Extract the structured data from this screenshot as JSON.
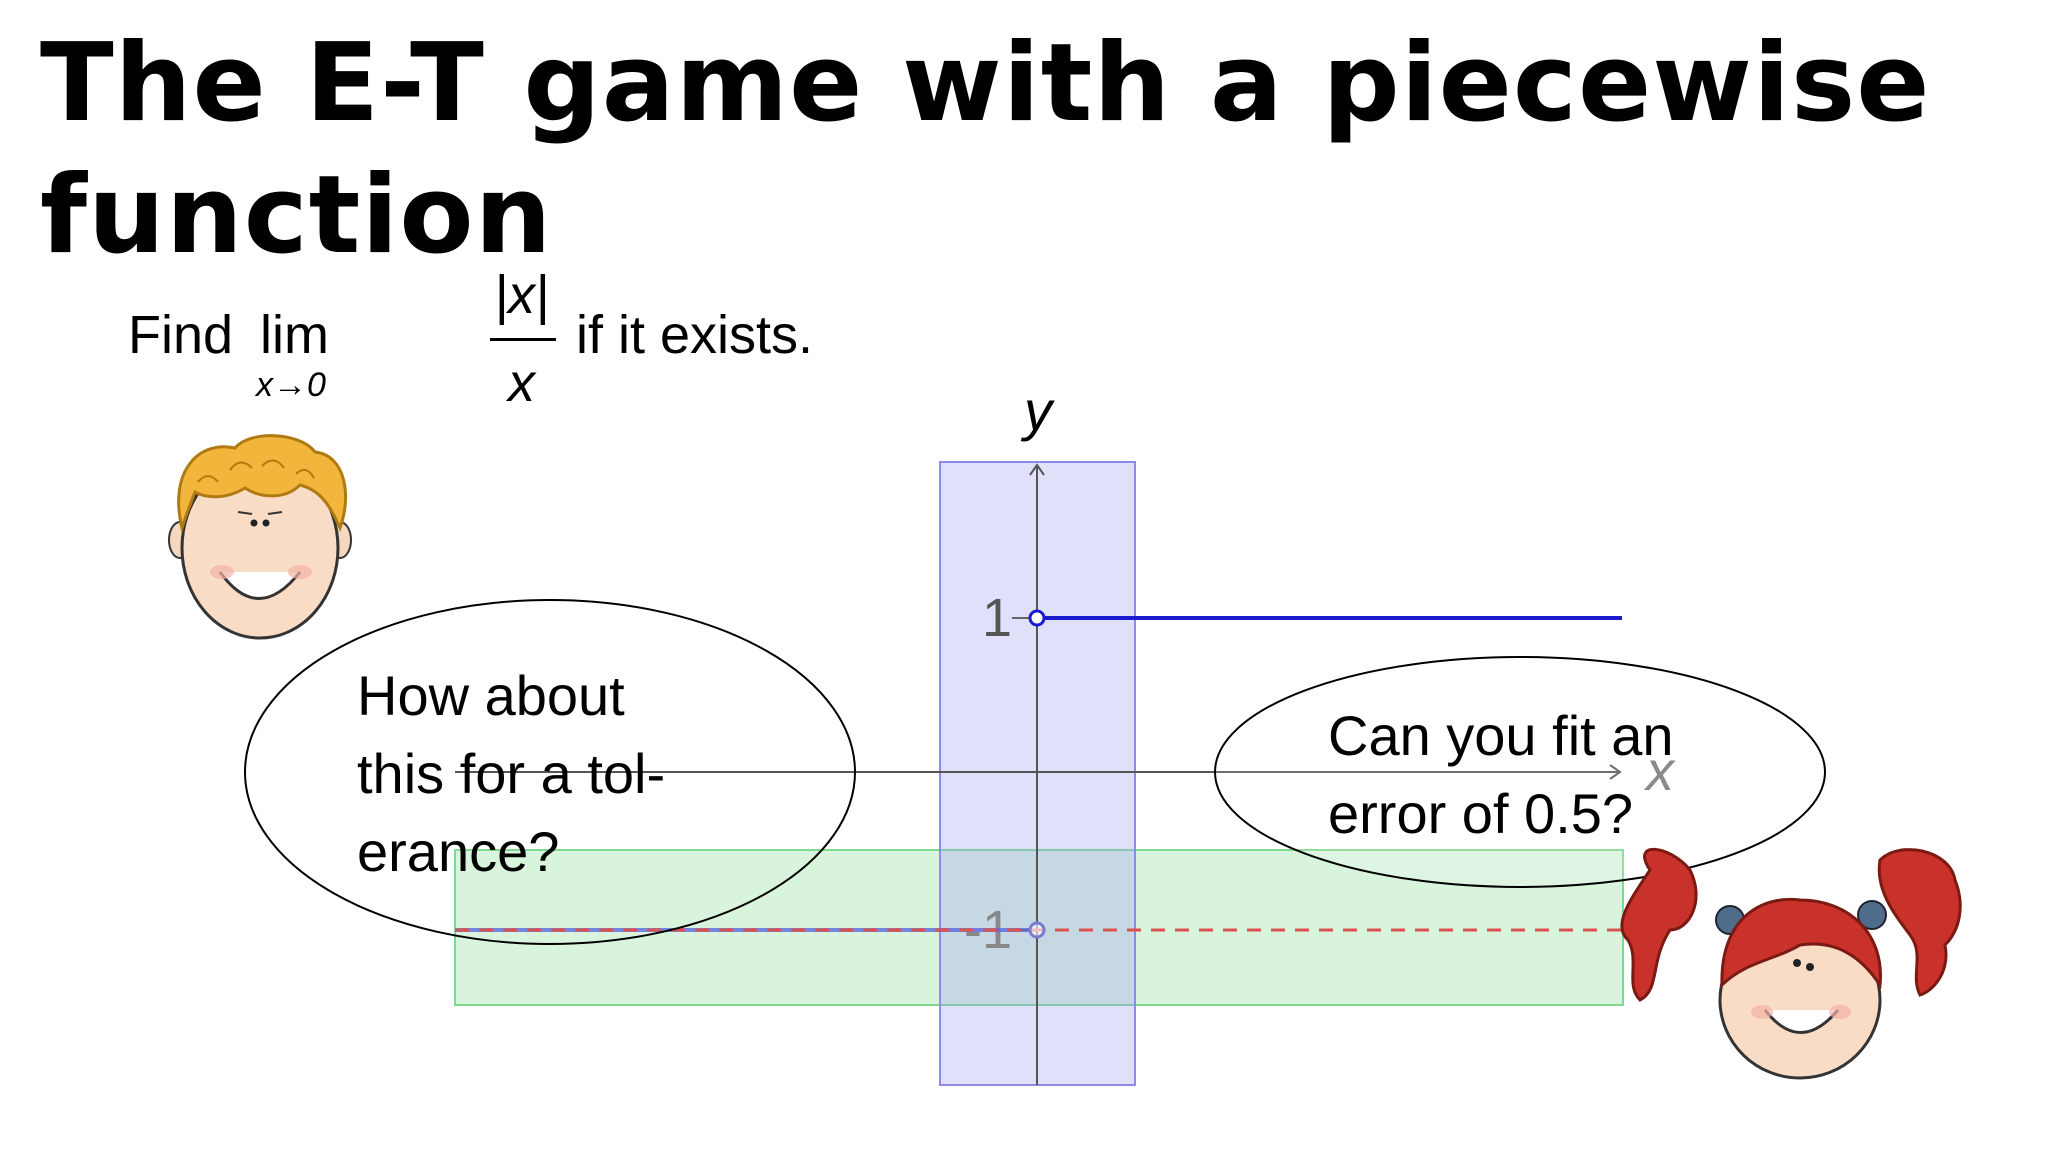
{
  "slide": {
    "title": "The E-T game with a piecewise function",
    "problem": {
      "prefix": "Find",
      "operator": "lim",
      "subscript": "x→0",
      "numerator": "|x|",
      "denominator": "x",
      "suffix": "if it exists."
    }
  },
  "graph": {
    "x_axis_label": "x",
    "y_axis_label": "y",
    "tick_labels": [
      "1",
      "-1"
    ],
    "colors": {
      "function": "#1a1ad0",
      "tolerance_band": "#9f9ff2",
      "error_band": "#7fd98f",
      "limit_line": "#d9534f",
      "axis": "#555555"
    }
  },
  "bubbles": {
    "left": {
      "lines": [
        "How about",
        "this for a tol-",
        "erance?"
      ]
    },
    "right": {
      "lines": [
        "Can you fit an",
        "error of 0.5?"
      ]
    }
  }
}
